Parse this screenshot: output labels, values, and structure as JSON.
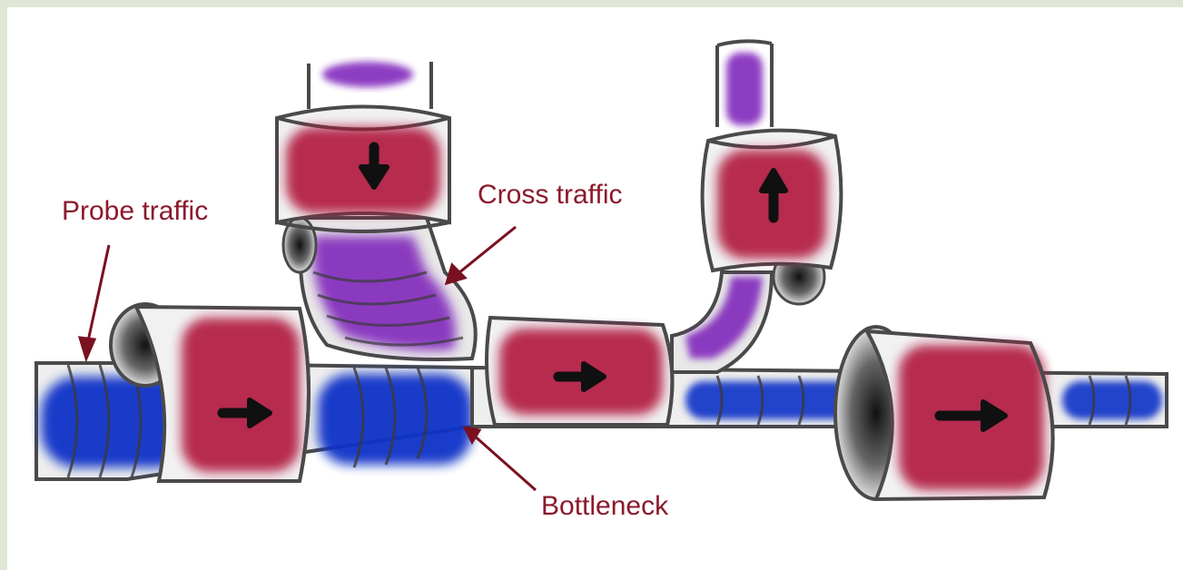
{
  "labels": {
    "probe_traffic": "Probe traffic",
    "cross_traffic": "Cross traffic",
    "bottleneck": "Bottleneck"
  },
  "colors": {
    "background": "#dfe6d6",
    "label_text": "#8b1a2b",
    "arrow_line": "#7a1020",
    "packet_red": "#b0183e",
    "probe_blue": "#1030c8",
    "cross_purple": "#7a1fb8",
    "pipe_outline": "#4a4a4a",
    "pipe_fill": "#eeeeee"
  },
  "icons": {
    "packet_arrow_right": "arrow-right-icon",
    "packet_arrow_down": "arrow-down-icon",
    "packet_arrow_up": "arrow-up-icon"
  }
}
